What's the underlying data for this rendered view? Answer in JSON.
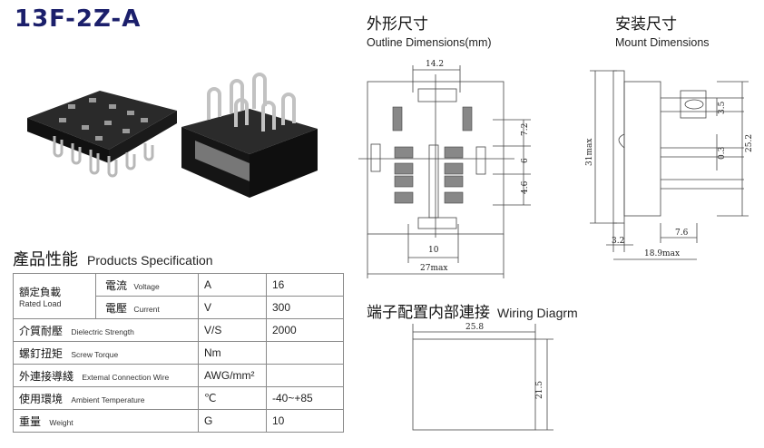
{
  "title": "13F-2Z-A",
  "outline": {
    "cn": "外形尺寸",
    "en": "Outline Dimensions(mm)"
  },
  "mount": {
    "cn": "安装尺寸",
    "en": "Mount Dimensions"
  },
  "spec": {
    "cn": "產品性能",
    "en": "Products Specification"
  },
  "wiring": {
    "cn": "端子配置内部連接",
    "en": "Wiring Diagrm"
  },
  "table": {
    "rated_load": {
      "cn": "額定負載",
      "en": "Rated Load"
    },
    "rows": [
      {
        "cn": "電流",
        "en": "Voltage",
        "unit": "A",
        "value": "16"
      },
      {
        "cn": "電壓",
        "en": "Current",
        "unit": "V",
        "value": "300"
      },
      {
        "cn": "介質耐壓",
        "en": "Dielectric Strength",
        "unit": "V/S",
        "value": "2000"
      },
      {
        "cn": "螺釘扭矩",
        "en": "Screw Torque",
        "unit": "Nm",
        "value": ""
      },
      {
        "cn": "外連接導綫",
        "en": "Extemal Connection Wire",
        "unit": "AWG/mm²",
        "value": ""
      },
      {
        "cn": "使用環境",
        "en": "Ambient Temperature",
        "unit": "℃",
        "value": "-40~+85"
      },
      {
        "cn": "重量",
        "en": "Weight",
        "unit": "G",
        "value": "10"
      }
    ]
  },
  "dims": {
    "outline_top": "14.2",
    "outline_r1": "7.2",
    "outline_r2": "6",
    "outline_r3": "4.6",
    "outline_bottom1": "10",
    "outline_bottom2": "27max",
    "mount_left": "31max",
    "mount_r1": "3.5",
    "mount_r2": "0.3",
    "mount_r3": "25.2",
    "mount_b1": "3.2",
    "mount_b2": "7.6",
    "mount_b3": "18.9max",
    "wiring_top": "25.8",
    "wiring_right": "21.5"
  }
}
